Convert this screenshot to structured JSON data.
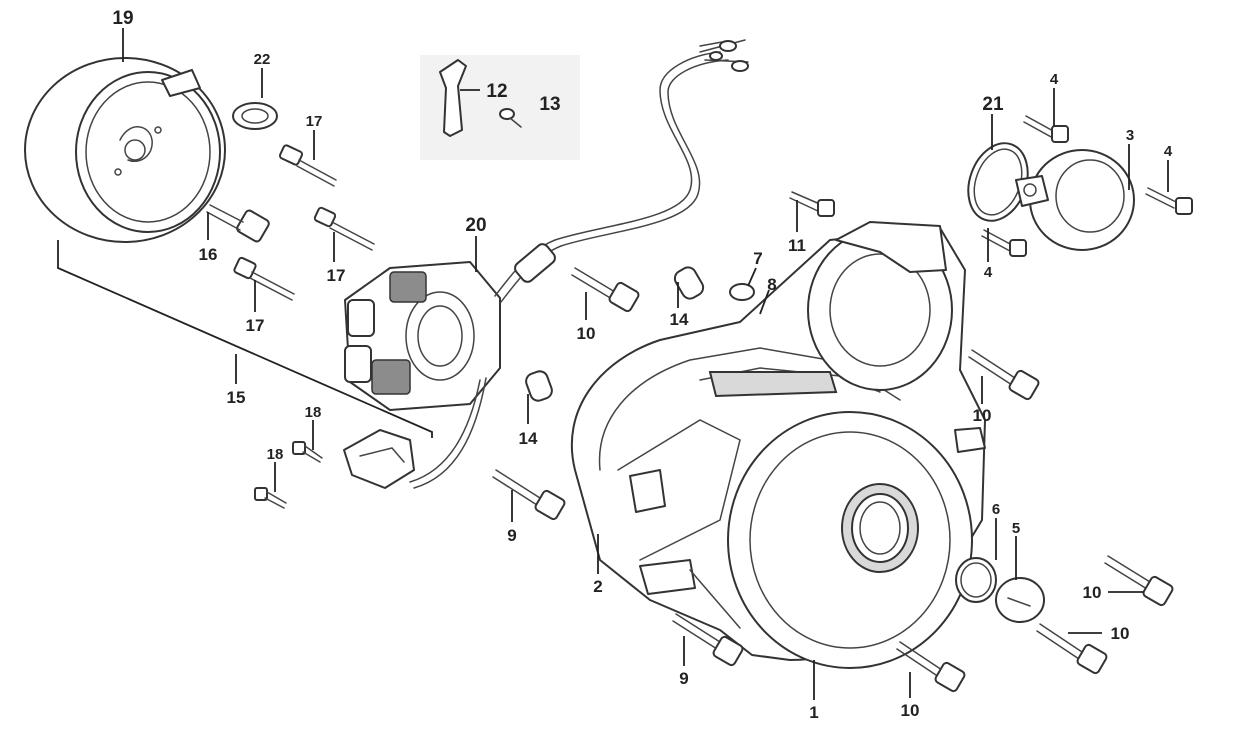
{
  "diagram": {
    "callouts": {
      "c19": "19",
      "c22": "22",
      "c17a": "17",
      "c16": "16",
      "c17b": "17",
      "c17c": "17",
      "c15": "15",
      "c18a": "18",
      "c18b": "18",
      "c20": "20",
      "c12": "12",
      "c13": "13",
      "c10a": "10",
      "c14a": "14",
      "c14b": "14",
      "c7": "7",
      "c8": "8",
      "c11": "11",
      "c21": "21",
      "c4a": "4",
      "c3": "3",
      "c4b": "4",
      "c4c": "4",
      "c10b": "10",
      "c9a": "9",
      "c2": "2",
      "c6": "6",
      "c5": "5",
      "c10c": "10",
      "c10d": "10",
      "c9b": "9",
      "c1": "1",
      "c10e": "10"
    }
  }
}
